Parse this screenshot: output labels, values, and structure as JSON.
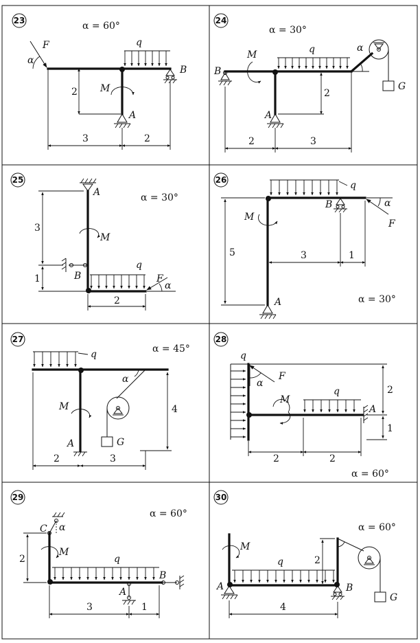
{
  "problems": [
    {
      "number": "23",
      "angle": "α = 60°",
      "dims": {
        "a": "2",
        "b": "3",
        "c": "2"
      },
      "labels": {
        "F": "F",
        "alpha": "α",
        "q": "q",
        "M": "M",
        "A": "A",
        "B": "B"
      }
    },
    {
      "number": "24",
      "angle": "α = 30°",
      "dims": {
        "a": "2",
        "b": "2",
        "c": "3"
      },
      "labels": {
        "M": "M",
        "q": "q",
        "alpha": "α",
        "B": "B",
        "A": "A",
        "G": "G"
      }
    },
    {
      "number": "25",
      "angle": "α = 30°",
      "dims": {
        "a": "3",
        "b": "1",
        "c": "2"
      },
      "labels": {
        "A": "A",
        "M": "M",
        "q": "q",
        "B": "B",
        "F": "F",
        "alpha": "α"
      }
    },
    {
      "number": "26",
      "angle": "α = 30°",
      "dims": {
        "a": "5",
        "b": "3",
        "c": "1"
      },
      "labels": {
        "q": "q",
        "M": "M",
        "B": "B",
        "F": "F",
        "alpha": "α",
        "A": "A"
      }
    },
    {
      "number": "27",
      "angle": "α = 45°",
      "dims": {
        "a": "4",
        "b": "2",
        "c": "3"
      },
      "labels": {
        "q": "q",
        "M": "M",
        "alpha": "α",
        "A": "A",
        "G": "G"
      }
    },
    {
      "number": "28",
      "angle": "α = 60°",
      "dims": {
        "a": "2",
        "b": "1",
        "c": "2",
        "d": "2"
      },
      "labels": {
        "q1": "q",
        "F": "F",
        "alpha": "α",
        "M": "M",
        "q2": "q",
        "A": "A"
      }
    },
    {
      "number": "29",
      "angle": "α = 60°",
      "dims": {
        "a": "2",
        "b": "3",
        "c": "1"
      },
      "labels": {
        "C": "C",
        "alpha": "α",
        "M": "M",
        "q": "q",
        "A": "A",
        "B": "B"
      }
    },
    {
      "number": "30",
      "angle": "α = 60°",
      "dims": {
        "a": "2",
        "b": "4"
      },
      "labels": {
        "M": "M",
        "q": "q",
        "A": "A",
        "B": "B",
        "G": "G"
      }
    }
  ]
}
